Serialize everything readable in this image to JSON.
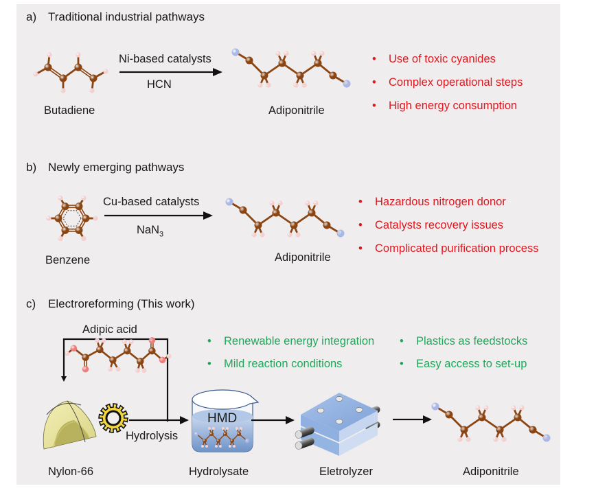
{
  "figure": {
    "colors": {
      "panel_background": "#efeded",
      "disadvantage_text": "#e0161f",
      "advantage_text": "#1fa85a",
      "carbon_atom": "#8b4513",
      "hydrogen_atom": "#f4cfcf",
      "nitrogen_atom": "#aab8e8",
      "oxygen_atom": "#f07c7c"
    },
    "sections": {
      "a": {
        "tag": "a)",
        "title": "Traditional industrial pathways",
        "reactant": "Butadiene",
        "catalyst": "Ni-based catalysts",
        "reagent": "HCN",
        "product": "Adiponitrile",
        "issues": [
          "Use of toxic cyanides",
          "Complex operational steps",
          "High energy consumption"
        ]
      },
      "b": {
        "tag": "b)",
        "title": "Newly emerging pathways",
        "reactant": "Benzene",
        "catalyst": "Cu-based catalysts",
        "reagent_main": "NaN",
        "reagent_sub": "3",
        "product": "Adiponitrile",
        "issues": [
          "Hazardous nitrogen donor",
          "Catalysts recovery issues",
          "Complicated purification process"
        ]
      },
      "c": {
        "tag": "c)",
        "title": "Electroreforming (This work)",
        "recycle_label": "Adipic acid",
        "advantages": [
          "Renewable energy integration",
          "Mild reaction conditions",
          "Plastics as feedstocks",
          "Easy access to set-up"
        ],
        "step_label": "Hydrolysis",
        "beaker_label": "HMD",
        "stages": [
          "Nylon-66",
          "Hydrolysate",
          "Eletrolyzer",
          "Adiponitrile"
        ]
      }
    },
    "bullet_glyph": "•"
  }
}
